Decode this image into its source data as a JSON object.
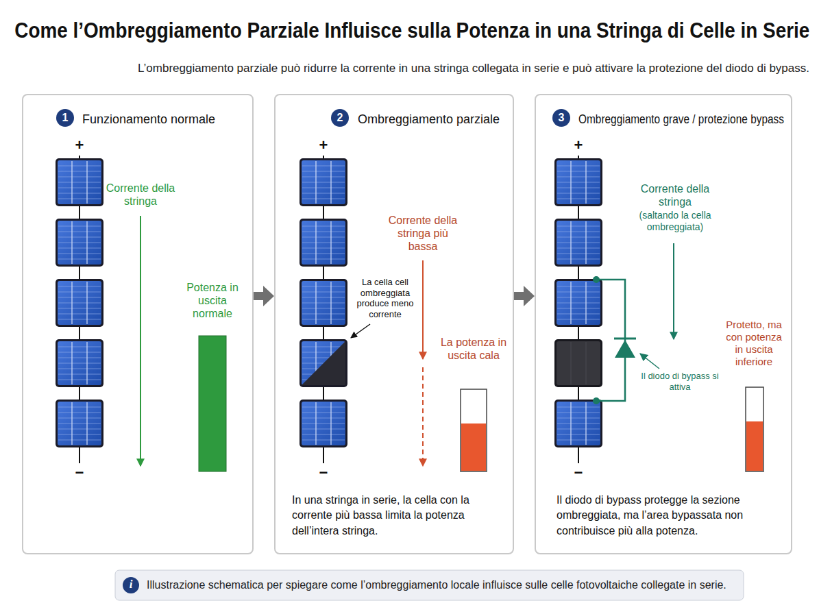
{
  "diagram": {
    "title": "Come l’Ombreggiamento Parziale Influisce sulla Potenza in una Stringa di Celle in Serie",
    "caption": "Illustrazione schematica per spiegare come l’ombreggiamento locale influisce sulle celle fotovoltaiche collegate in serie.",
    "nodes": [
      {
        "text": [
          "Funzionamento normale"
        ]
      },
      {
        "text": [
          "1"
        ],
        "in": 0
      },
      {
        "text": [
          "Ombreggiamento parziale",
          "In una stringa in serie, la cella con la corrente più bassa limita la potenza dell’intera stringa."
        ]
      },
      {
        "text": [
          "2"
        ],
        "in": 2
      },
      {
        "text": [
          "Ombreggiamento grave / protezione bypass",
          "Il diodo di bypass protegge la sezione ombreggiata, ma l’area bypassata non contribuisce più alla potenza."
        ]
      },
      {
        "text": [
          "3"
        ],
        "in": 4
      }
    ],
    "edges": [
      {
        "from": 0,
        "to": 2,
        "arrow": "to"
      },
      {
        "from": 2,
        "to": 4,
        "arrow": "to"
      }
    ],
    "labels": [
      "L’ombreggiamento parziale può ridurre la corrente in una stringa collegata in serie e può attivare la protezione del diodo di bypass.",
      "+",
      "−",
      "Corrente della stringa",
      "Potenza in uscita normale",
      "+",
      "−",
      "Corrente della stringa più bassa",
      "La cella cell ombreggiata produce meno corrente",
      "La potenza in uscita cala",
      "+",
      "−",
      "Corrente della stringa",
      "(saltando la cella ombreggiata)",
      "Il diodo di bypass si attiva",
      "Protetto, ma con potenza in uscita inferiore",
      "i"
    ]
  }
}
